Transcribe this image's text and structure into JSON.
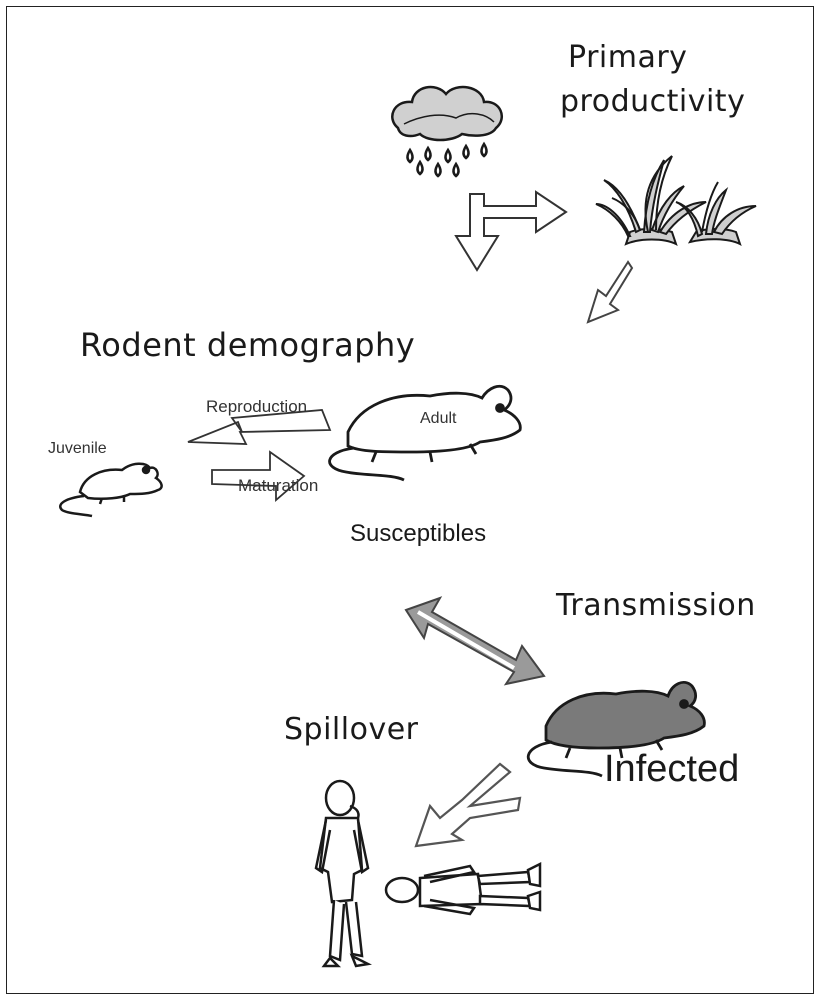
{
  "labels": {
    "primary_line1": "Primary",
    "primary_line2": "productivity",
    "rodent_demography": "Rodent demography",
    "reproduction": "Reproduction",
    "maturation": "Maturation",
    "juvenile": "Juvenile",
    "adult": "Adult",
    "susceptibles": "Susceptibles",
    "transmission": "Transmission",
    "spillover": "Spillover",
    "infected": "Infected"
  },
  "icons": [
    "rain-cloud-icon",
    "grass-icon",
    "juvenile-rodent-icon",
    "adult-rodent-icon",
    "infected-rodent-icon",
    "standing-human-icon",
    "lying-human-icon"
  ],
  "colors": {
    "infected_fill": "#7a7a7a",
    "transmission_arrow": "#8a8a8a",
    "line": "#1a1a1a"
  }
}
